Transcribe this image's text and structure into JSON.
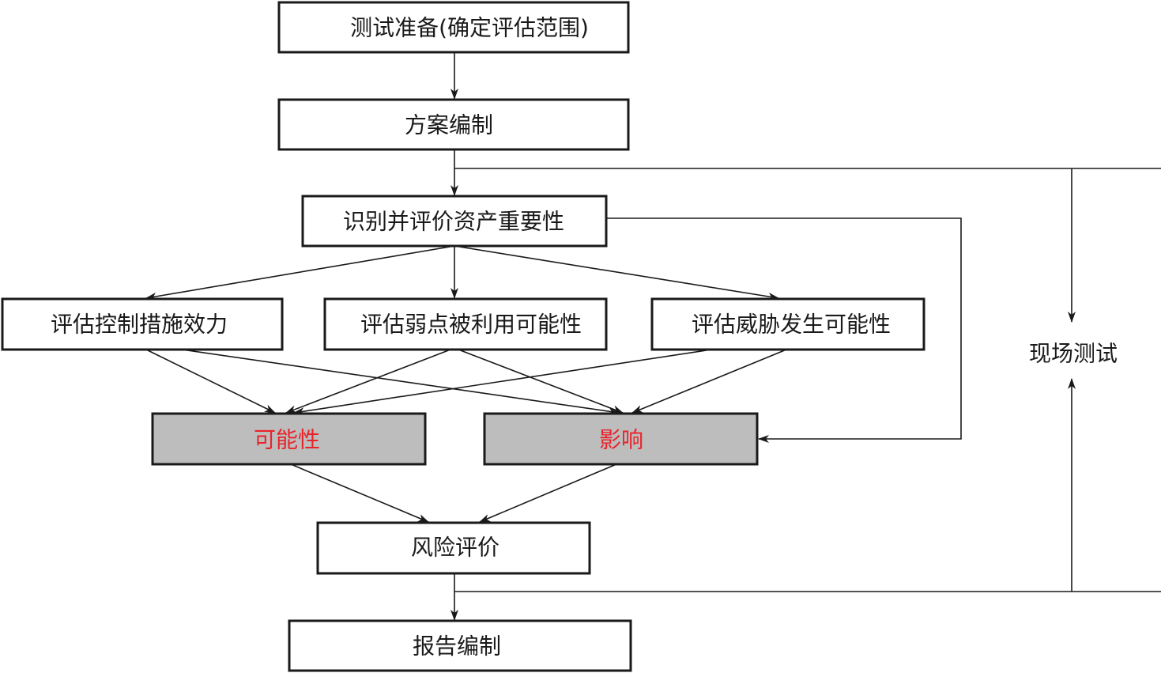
{
  "nodes": {
    "prep": "测试准备(确定评估范围)",
    "plan": "方案编制",
    "assets": "识别并评价资产重要性",
    "controls": "评估控制措施效力",
    "vuln": "评估弱点被利用可能性",
    "threat": "评估威胁发生可能性",
    "likelihood": "可能性",
    "impact": "影响",
    "risk": "风险评价",
    "report": "报告编制"
  },
  "side_label": "现场测试",
  "colors": {
    "highlight_text": "#e8242b",
    "highlight_fill": "#bdbdbd"
  }
}
